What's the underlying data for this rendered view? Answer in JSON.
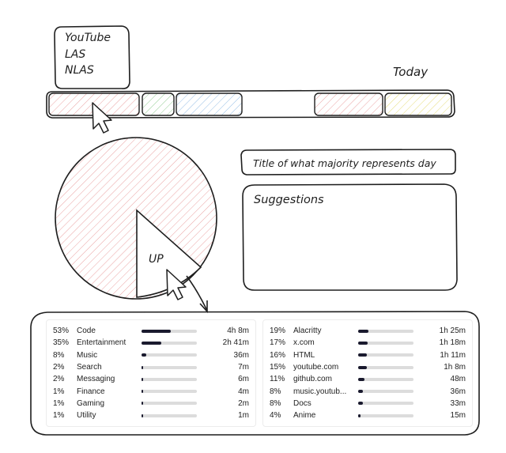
{
  "tooltip": {
    "lines": [
      "YouTube",
      "LAS",
      "NLAS"
    ]
  },
  "timeline": {
    "today_label": "Today",
    "segments": [
      {
        "name": "red",
        "color": "#e7a5a5"
      },
      {
        "name": "green",
        "color": "#9fd49f"
      },
      {
        "name": "blue",
        "color": "#9fc4e8"
      },
      {
        "name": "empty",
        "color": "#ffffff"
      },
      {
        "name": "red",
        "color": "#e7a5a5"
      },
      {
        "name": "yellow",
        "color": "#ede58a"
      }
    ]
  },
  "pie": {
    "label": "UP",
    "fill_color": "#f0b8b8"
  },
  "title_box": {
    "text": "Title of what majority represents day"
  },
  "suggestions": {
    "title": "Suggestions"
  },
  "categories": [
    {
      "pct": "53%",
      "name": "Code",
      "time": "4h 8m",
      "fraction": 0.53
    },
    {
      "pct": "35%",
      "name": "Entertainment",
      "time": "2h 41m",
      "fraction": 0.35
    },
    {
      "pct": "8%",
      "name": "Music",
      "time": "36m",
      "fraction": 0.08
    },
    {
      "pct": "2%",
      "name": "Search",
      "time": "7m",
      "fraction": 0.02
    },
    {
      "pct": "2%",
      "name": "Messaging",
      "time": "6m",
      "fraction": 0.02
    },
    {
      "pct": "1%",
      "name": "Finance",
      "time": "4m",
      "fraction": 0.01
    },
    {
      "pct": "1%",
      "name": "Gaming",
      "time": "2m",
      "fraction": 0.01
    },
    {
      "pct": "1%",
      "name": "Utility",
      "time": "1m",
      "fraction": 0.01
    }
  ],
  "apps": [
    {
      "pct": "19%",
      "name": "Alacritty",
      "time": "1h 25m",
      "fraction": 0.19
    },
    {
      "pct": "17%",
      "name": "x.com",
      "time": "1h 18m",
      "fraction": 0.17
    },
    {
      "pct": "16%",
      "name": "HTML",
      "time": "1h 11m",
      "fraction": 0.16
    },
    {
      "pct": "15%",
      "name": "youtube.com",
      "time": "1h 8m",
      "fraction": 0.15
    },
    {
      "pct": "11%",
      "name": "github.com",
      "time": "48m",
      "fraction": 0.11
    },
    {
      "pct": "8%",
      "name": "music.youtub...",
      "time": "36m",
      "fraction": 0.08
    },
    {
      "pct": "8%",
      "name": "Docs",
      "time": "33m",
      "fraction": 0.08
    },
    {
      "pct": "4%",
      "name": "Anime",
      "time": "15m",
      "fraction": 0.04
    }
  ]
}
